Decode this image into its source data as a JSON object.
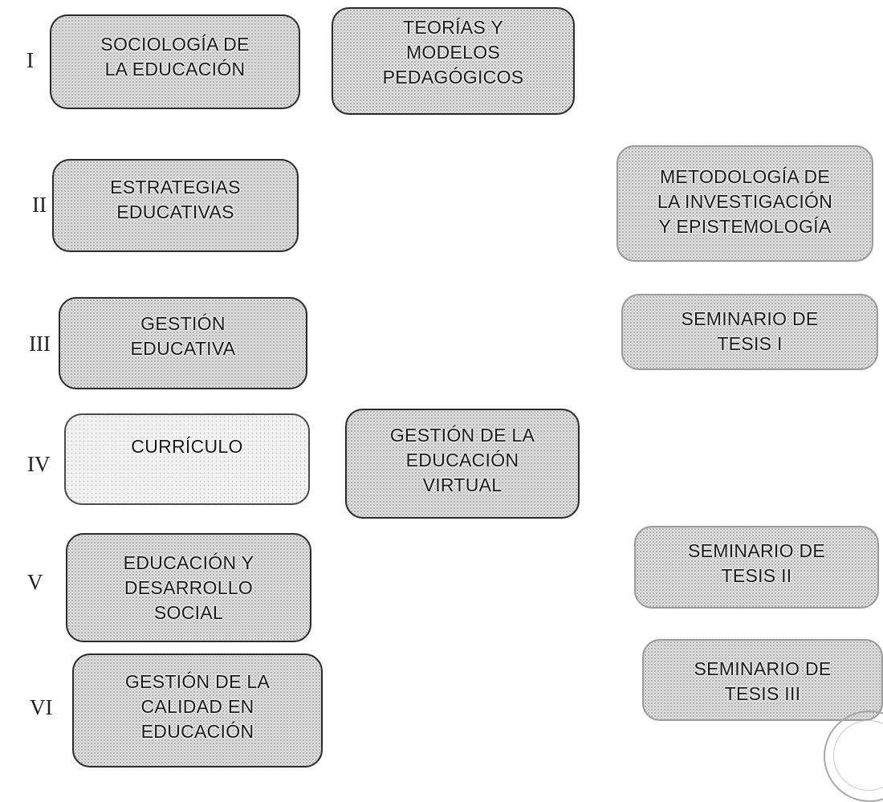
{
  "semesters": [
    {
      "roman": "I"
    },
    {
      "roman": "II"
    },
    {
      "roman": "III"
    },
    {
      "roman": "IV"
    },
    {
      "roman": "V"
    },
    {
      "roman": "VI"
    }
  ],
  "courses": {
    "sociologia": "SOCIOLOGÍA DE\nLA EDUCACIÓN",
    "teorias": "TEORÍAS Y\nMODELOS\nPEDAGÓGICOS",
    "estrategias": "ESTRATEGIAS\nEDUCATIVAS",
    "metodologia": "METODOLOGÍA DE\nLA INVESTIGACIÓN\nY EPISTEMOLOGÍA",
    "gestion_educativa": "GESTIÓN\nEDUCATIVA",
    "seminario_1": "SEMINARIO DE\nTESIS I",
    "curriculo": "CURRÍCULO",
    "gestion_virtual": "GESTIÓN DE LA\nEDUCACIÓN\nVIRTUAL",
    "educacion_desarrollo": "EDUCACIÓN Y\nDESARROLLO\nSOCIAL",
    "seminario_2": "SEMINARIO DE\nTESIS II",
    "gestion_calidad": "GESTIÓN DE LA\nCALIDAD EN\nEDUCACIÓN",
    "seminario_3": "SEMINARIO DE\nTESIS III"
  }
}
